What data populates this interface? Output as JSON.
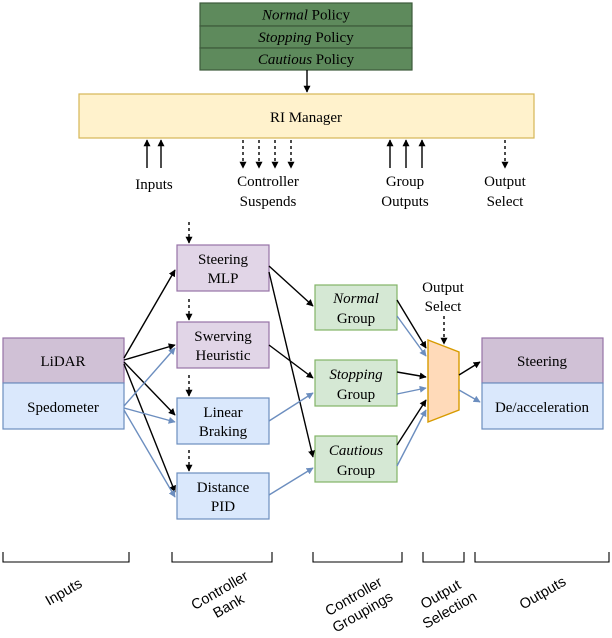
{
  "policies": [
    {
      "name": "Normal",
      "suffix": " Policy"
    },
    {
      "name": "Stopping",
      "suffix": " Policy"
    },
    {
      "name": "Cautious",
      "suffix": " Policy"
    }
  ],
  "manager": {
    "label": "RI Manager"
  },
  "manager_io": {
    "inputs": "Inputs",
    "suspends_line1": "Controller",
    "suspends_line2": "Suspends",
    "group_outputs_line1": "Group",
    "group_outputs_line2": "Outputs",
    "output_select_line1": "Output",
    "output_select_line2": "Select"
  },
  "inputs": {
    "lidar": "LiDAR",
    "speedometer": "Spedometer"
  },
  "controllers": [
    {
      "line1": "Steering",
      "line2": "MLP"
    },
    {
      "line1": "Swerving",
      "line2": "Heuristic"
    },
    {
      "line1": "Linear",
      "line2": "Braking"
    },
    {
      "line1": "Distance",
      "line2": "PID"
    }
  ],
  "groups": [
    {
      "name": "Normal",
      "suffix": "Group"
    },
    {
      "name": "Stopping",
      "suffix": "Group"
    },
    {
      "name": "Cautious",
      "suffix": "Group"
    }
  ],
  "mux": {
    "label_line1": "Output",
    "label_line2": "Select"
  },
  "outputs": {
    "steering": "Steering",
    "accel": "De/acceleration"
  },
  "sections": [
    "Inputs",
    "Controller Bank",
    "Controller Groupings",
    "Output Selection",
    "Outputs"
  ],
  "colors": {
    "policy_fill": "#5e8a5c",
    "policy_stroke": "#3d5a3b",
    "manager_fill": "#fff2cc",
    "manager_stroke": "#d6b656",
    "purple_fill": "#e1d5e7",
    "purple_stroke": "#9673a6",
    "blue_fill": "#dae8fc",
    "blue_stroke": "#6c8ebf",
    "green_fill": "#d5e8d4",
    "green_stroke": "#82b366",
    "lidar_fill": "#d0c1d6",
    "mux_fill": "#ffdab9",
    "mux_stroke": "#d79b00",
    "blue_arrow": "#6c8ebf"
  }
}
